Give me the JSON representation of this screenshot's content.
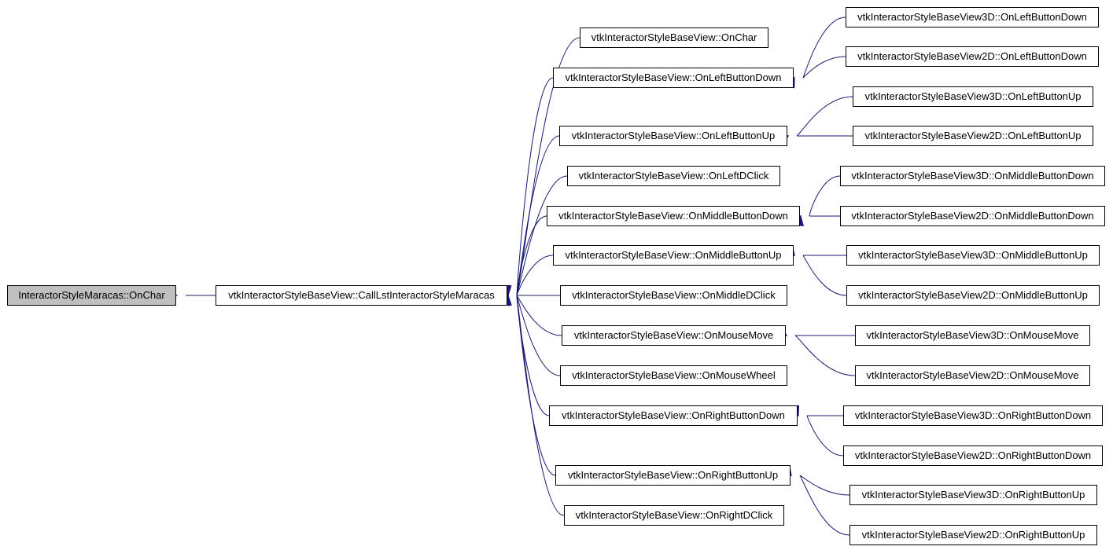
{
  "diagram": {
    "line_color": "#191970",
    "root_fill": "#bfbfbf",
    "nodes": [
      {
        "id": "root",
        "label": "InteractorStyleMaracas::OnChar"
      },
      {
        "id": "call",
        "label": "vtkInteractorStyleBaseView::CallLstInteractorStyleMaracas"
      },
      {
        "id": "onchar",
        "label": "vtkInteractorStyleBaseView::OnChar"
      },
      {
        "id": "lbd",
        "label": "vtkInteractorStyleBaseView::OnLeftButtonDown"
      },
      {
        "id": "lbu",
        "label": "vtkInteractorStyleBaseView::OnLeftButtonUp"
      },
      {
        "id": "ldc",
        "label": "vtkInteractorStyleBaseView::OnLeftDClick"
      },
      {
        "id": "mbd",
        "label": "vtkInteractorStyleBaseView::OnMiddleButtonDown"
      },
      {
        "id": "mbu",
        "label": "vtkInteractorStyleBaseView::OnMiddleButtonUp"
      },
      {
        "id": "mdc",
        "label": "vtkInteractorStyleBaseView::OnMiddleDClick"
      },
      {
        "id": "mm",
        "label": "vtkInteractorStyleBaseView::OnMouseMove"
      },
      {
        "id": "mw",
        "label": "vtkInteractorStyleBaseView::OnMouseWheel"
      },
      {
        "id": "rbd",
        "label": "vtkInteractorStyleBaseView::OnRightButtonDown"
      },
      {
        "id": "rbu",
        "label": "vtkInteractorStyleBaseView::OnRightButtonUp"
      },
      {
        "id": "rdc",
        "label": "vtkInteractorStyleBaseView::OnRightDClick"
      },
      {
        "id": "lbd3",
        "label": "vtkInteractorStyleBaseView3D::OnLeftButtonDown"
      },
      {
        "id": "lbd2",
        "label": "vtkInteractorStyleBaseView2D::OnLeftButtonDown"
      },
      {
        "id": "lbu3",
        "label": "vtkInteractorStyleBaseView3D::OnLeftButtonUp"
      },
      {
        "id": "lbu2",
        "label": "vtkInteractorStyleBaseView2D::OnLeftButtonUp"
      },
      {
        "id": "mbd3",
        "label": "vtkInteractorStyleBaseView3D::OnMiddleButtonDown"
      },
      {
        "id": "mbd2",
        "label": "vtkInteractorStyleBaseView2D::OnMiddleButtonDown"
      },
      {
        "id": "mbu3",
        "label": "vtkInteractorStyleBaseView3D::OnMiddleButtonUp"
      },
      {
        "id": "mbu2",
        "label": "vtkInteractorStyleBaseView2D::OnMiddleButtonUp"
      },
      {
        "id": "mm3",
        "label": "vtkInteractorStyleBaseView3D::OnMouseMove"
      },
      {
        "id": "mm2",
        "label": "vtkInteractorStyleBaseView2D::OnMouseMove"
      },
      {
        "id": "rbd3",
        "label": "vtkInteractorStyleBaseView3D::OnRightButtonDown"
      },
      {
        "id": "rbd2",
        "label": "vtkInteractorStyleBaseView2D::OnRightButtonDown"
      },
      {
        "id": "rbu3",
        "label": "vtkInteractorStyleBaseView3D::OnRightButtonUp"
      },
      {
        "id": "rbu2",
        "label": "vtkInteractorStyleBaseView2D::OnRightButtonUp"
      }
    ],
    "edges": [
      {
        "from": "call",
        "to": "root"
      },
      {
        "from": "onchar",
        "to": "call"
      },
      {
        "from": "lbd",
        "to": "call"
      },
      {
        "from": "lbu",
        "to": "call"
      },
      {
        "from": "ldc",
        "to": "call"
      },
      {
        "from": "mbd",
        "to": "call"
      },
      {
        "from": "mbu",
        "to": "call"
      },
      {
        "from": "mdc",
        "to": "call"
      },
      {
        "from": "mm",
        "to": "call"
      },
      {
        "from": "mw",
        "to": "call"
      },
      {
        "from": "rbd",
        "to": "call"
      },
      {
        "from": "rbu",
        "to": "call"
      },
      {
        "from": "rdc",
        "to": "call"
      },
      {
        "from": "lbd3",
        "to": "lbd"
      },
      {
        "from": "lbd2",
        "to": "lbd"
      },
      {
        "from": "lbu3",
        "to": "lbu"
      },
      {
        "from": "lbu2",
        "to": "lbu"
      },
      {
        "from": "mbd3",
        "to": "mbd"
      },
      {
        "from": "mbd2",
        "to": "mbd"
      },
      {
        "from": "mbu3",
        "to": "mbu"
      },
      {
        "from": "mbu2",
        "to": "mbu"
      },
      {
        "from": "mm3",
        "to": "mm"
      },
      {
        "from": "mm2",
        "to": "mm"
      },
      {
        "from": "rbd3",
        "to": "rbd"
      },
      {
        "from": "rbd2",
        "to": "rbd"
      },
      {
        "from": "rbu3",
        "to": "rbu"
      },
      {
        "from": "rbu2",
        "to": "rbu"
      }
    ]
  }
}
